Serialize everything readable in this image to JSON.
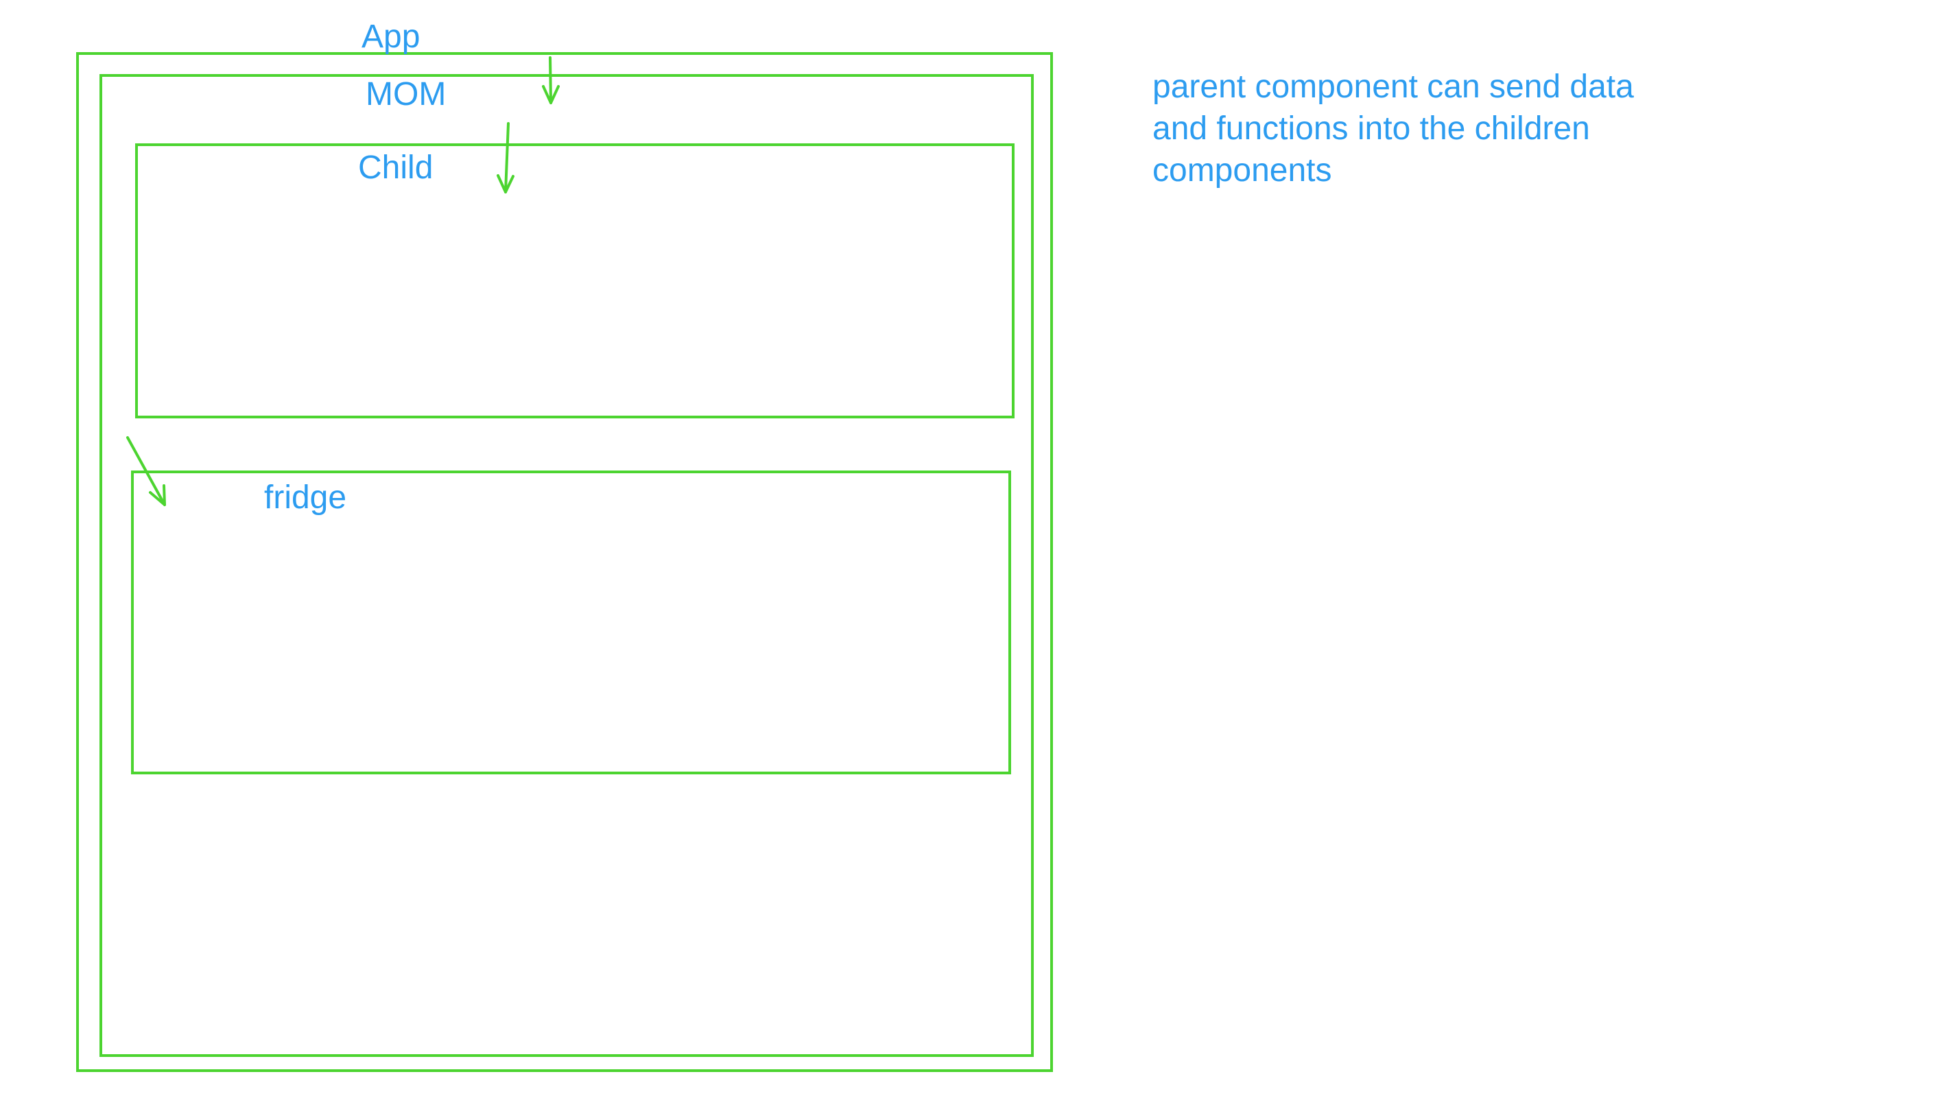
{
  "labels": {
    "app": "App",
    "mom": "MOM",
    "child": "Child",
    "fridge": "fridge"
  },
  "note": {
    "lines": [
      "parent component can send data",
      "and functions into the children",
      "components"
    ]
  },
  "colors": {
    "box_stroke": "#4cd430",
    "arrow_stroke": "#4cd430",
    "text": "#2c9cf0"
  }
}
